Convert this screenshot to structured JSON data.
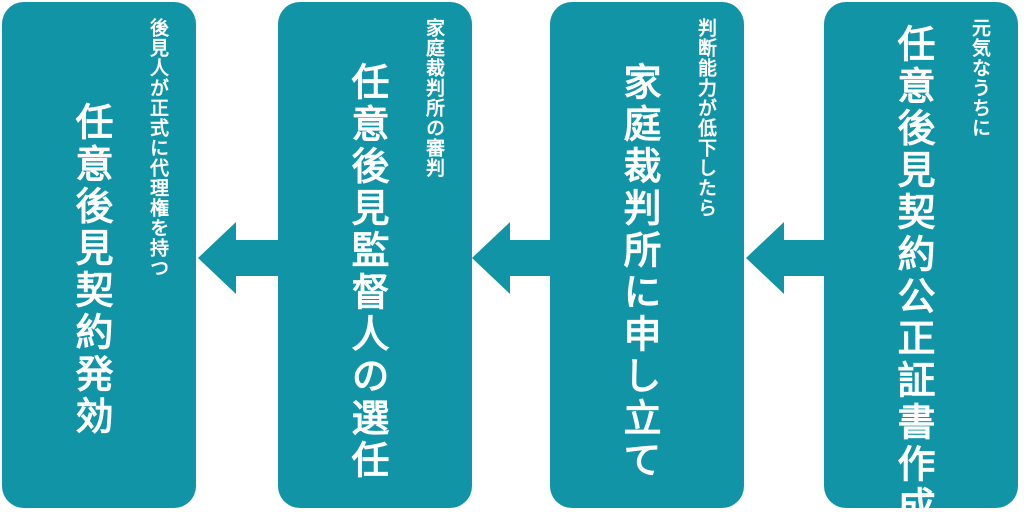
{
  "steps": [
    {
      "sub": "元気なうちに",
      "main": "任意後見契約公正証書作成"
    },
    {
      "sub": "判断能力が低下したら",
      "main": "家庭裁判所に申し立て"
    },
    {
      "sub": "家庭裁判所の審判",
      "main": "任意後見監督人の選任"
    },
    {
      "sub": "後見人が正式に代理権を持つ",
      "main": "任意後見契約発効"
    }
  ],
  "colors": {
    "box": "#1194a5",
    "arrow": "#1194a5",
    "text": "#ffffff",
    "background": "#ffffff"
  },
  "icons": [
    "arrow-left-icon"
  ]
}
